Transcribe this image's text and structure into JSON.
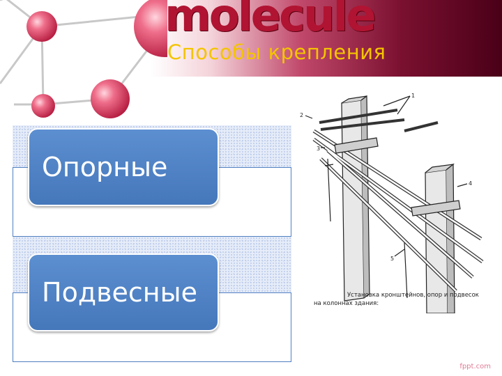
{
  "header": {
    "brand": "molecule",
    "title": "Способы крепления"
  },
  "list": {
    "items": [
      {
        "label": "Опорные"
      },
      {
        "label": "Подвесные"
      }
    ]
  },
  "figure": {
    "caption_line1": "Установка кронштейнов, опор и подвесок",
    "caption_line2": "на колоннах здания:",
    "callouts": [
      "1",
      "2",
      "3",
      "4",
      "5"
    ]
  },
  "footer": {
    "source": "fppt.com"
  },
  "colors": {
    "brand": "#b01432",
    "title": "#f4c400",
    "item_fill": "#4f82c4",
    "molecule": "#e0506e"
  },
  "icons": [
    "molecule-illustration"
  ]
}
